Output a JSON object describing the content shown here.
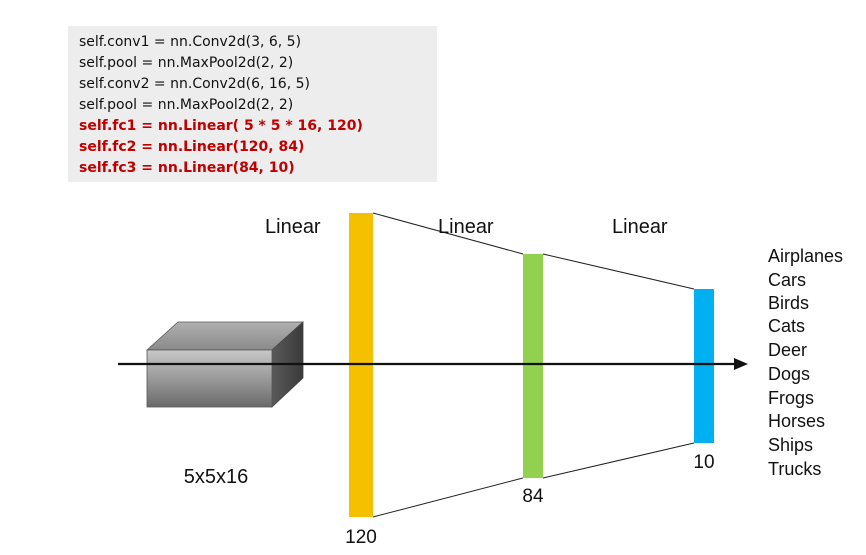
{
  "code": {
    "lines": [
      {
        "text": "self.conv1 = nn.Conv2d(3, 6, 5)",
        "highlight": false
      },
      {
        "text": "self.pool = nn.MaxPool2d(2, 2)",
        "highlight": false
      },
      {
        "text": "self.conv2 = nn.Conv2d(6, 16, 5)",
        "highlight": false
      },
      {
        "text": "self.pool = nn.MaxPool2d(2, 2)",
        "highlight": false
      },
      {
        "text": "self.fc1 = nn.Linear( 5 * 5 * 16, 120)",
        "highlight": true
      },
      {
        "text": "self.fc2 = nn.Linear(120, 84)",
        "highlight": true
      },
      {
        "text": "self.fc3 = nn.Linear(84, 10)",
        "highlight": true
      }
    ]
  },
  "diagram": {
    "input_label": "5x5x16",
    "layers": [
      {
        "type_label": "Linear",
        "size_label": "120",
        "color": "#f5c000"
      },
      {
        "type_label": "Linear",
        "size_label": "84",
        "color": "#92d050"
      },
      {
        "type_label": "Linear",
        "size_label": "10",
        "color": "#00b0f0"
      }
    ],
    "classes": [
      "Airplanes",
      "Cars",
      "Birds",
      "Cats",
      "Deer",
      "Dogs",
      "Frogs",
      "Horses",
      "Ships",
      "Trucks"
    ]
  }
}
